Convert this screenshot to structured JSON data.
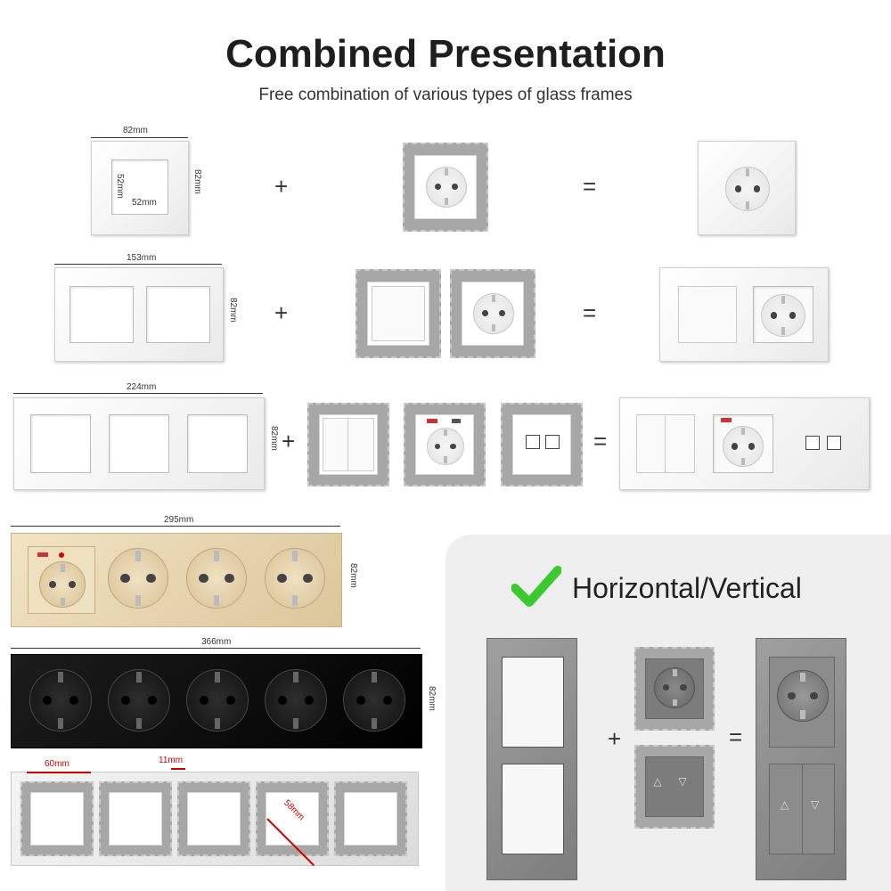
{
  "header": {
    "title": "Combined Presentation",
    "subtitle": "Free combination of various types of glass frames"
  },
  "operators": {
    "plus": "+",
    "equals": "="
  },
  "dimensions": {
    "single_width": "82mm",
    "single_height": "82mm",
    "single_hole_w": "52mm",
    "single_hole_h": "52mm",
    "double_width": "153mm",
    "double_height": "82mm",
    "triple_width": "224mm",
    "triple_height": "82mm",
    "quad_width": "295mm",
    "quad_height": "82mm",
    "five_width": "366mm",
    "five_height": "82mm",
    "gap_60": "60mm",
    "gap_11": "11mm",
    "diag_58": "58mm"
  },
  "panel": {
    "heading": "Horizontal/Vertical",
    "check_icon": "check-icon",
    "check_color": "#3cc92f",
    "background": "#efefef"
  },
  "colors": {
    "gold_frame": "#e8d7b4",
    "black_frame": "#111111",
    "grey_frame": "#8f8f8f"
  }
}
